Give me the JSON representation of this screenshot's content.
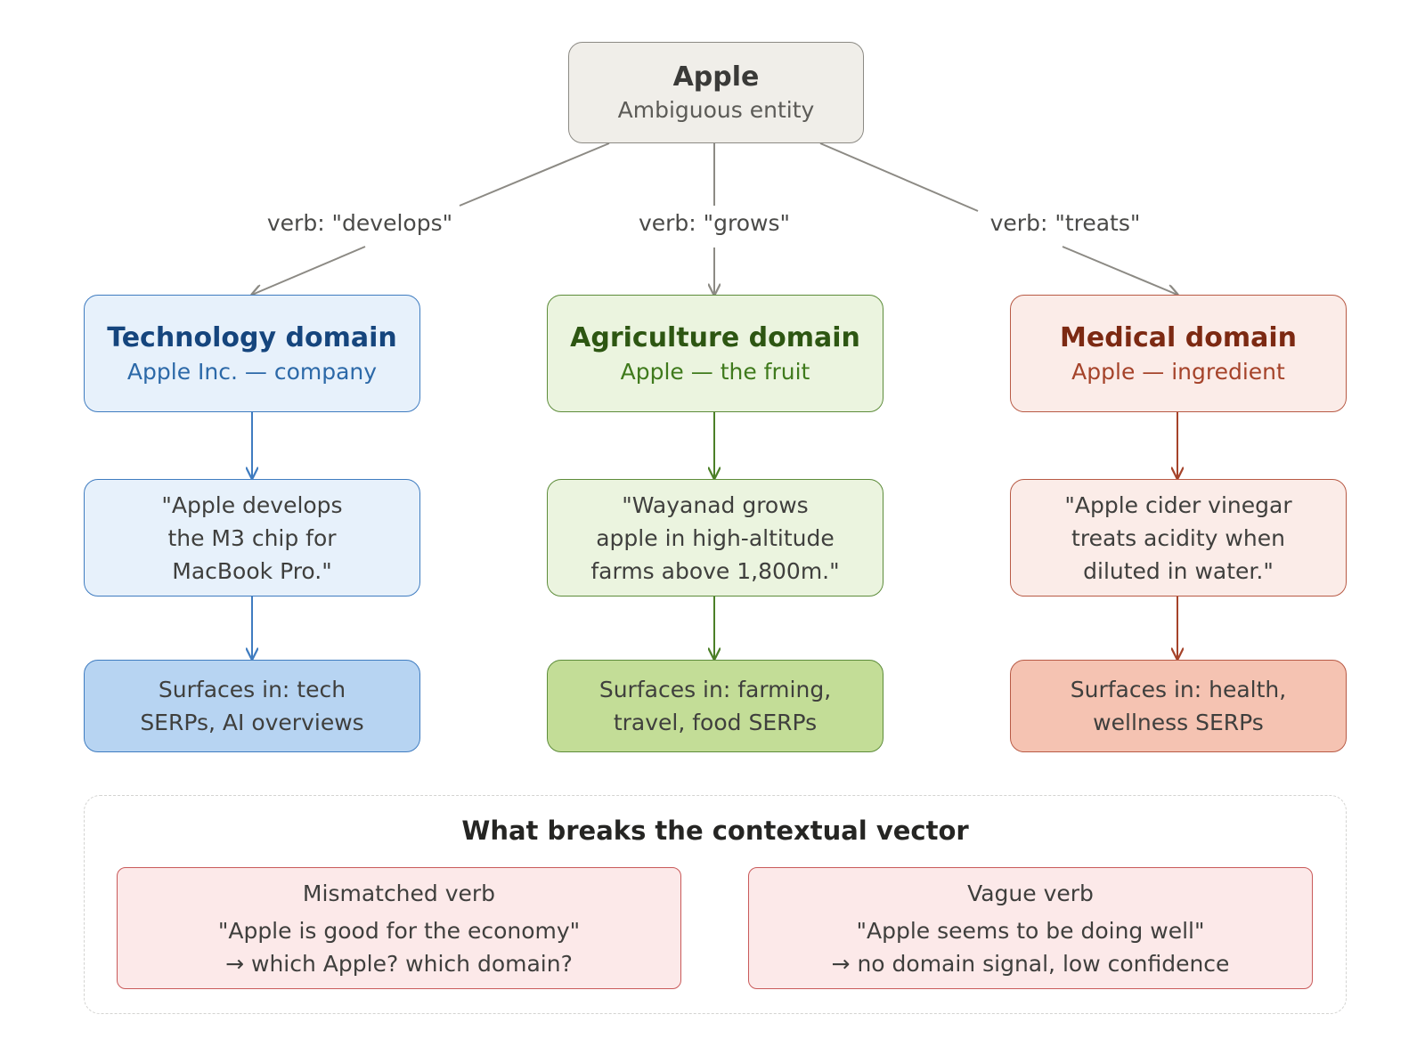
{
  "root": {
    "title": "Apple",
    "subtitle": "Ambiguous entity"
  },
  "branches": [
    {
      "key": "tech",
      "verb": "verb: \"develops\"",
      "domain_title": "Technology domain",
      "domain_subtitle": "Apple Inc. — company",
      "example_lines": [
        "\"Apple develops",
        "the M3 chip for",
        "MacBook Pro.\""
      ],
      "surface_lines": [
        "Surfaces in: tech",
        "SERPs, AI overviews"
      ],
      "colors": {
        "border": "#3f7cc0",
        "fill": "#e7f1fb",
        "surface_fill": "#b7d4f2",
        "title": "#15457d"
      }
    },
    {
      "key": "agri",
      "verb": "verb: \"grows\"",
      "domain_title": "Agriculture domain",
      "domain_subtitle": "Apple — the fruit",
      "example_lines": [
        "\"Wayanad grows",
        "apple in high-altitude",
        "farms above 1,800m.\""
      ],
      "surface_lines": [
        "Surfaces in: farming,",
        "travel, food SERPs"
      ],
      "colors": {
        "border": "#5d8c3a",
        "fill": "#ebf4df",
        "surface_fill": "#c3dd97",
        "title": "#2d5612"
      }
    },
    {
      "key": "med",
      "verb": "verb: \"treats\"",
      "domain_title": "Medical domain",
      "domain_subtitle": "Apple — ingredient",
      "example_lines": [
        "\"Apple cider vinegar",
        "treats acidity when",
        "diluted in water.\""
      ],
      "surface_lines": [
        "Surfaces in: health,",
        "wellness SERPs"
      ],
      "colors": {
        "border": "#b85a45",
        "fill": "#fbece8",
        "surface_fill": "#f5c3b2",
        "title": "#7c2912"
      }
    }
  ],
  "breaks": {
    "title": "What breaks the contextual vector",
    "items": [
      {
        "heading": "Mismatched verb",
        "lines": [
          "\"Apple is good for the economy\"",
          "→ which Apple? which domain?"
        ]
      },
      {
        "heading": "Vague verb",
        "lines": [
          "\"Apple seems to be doing well\"",
          "→ no domain signal, low confidence"
        ]
      }
    ]
  }
}
